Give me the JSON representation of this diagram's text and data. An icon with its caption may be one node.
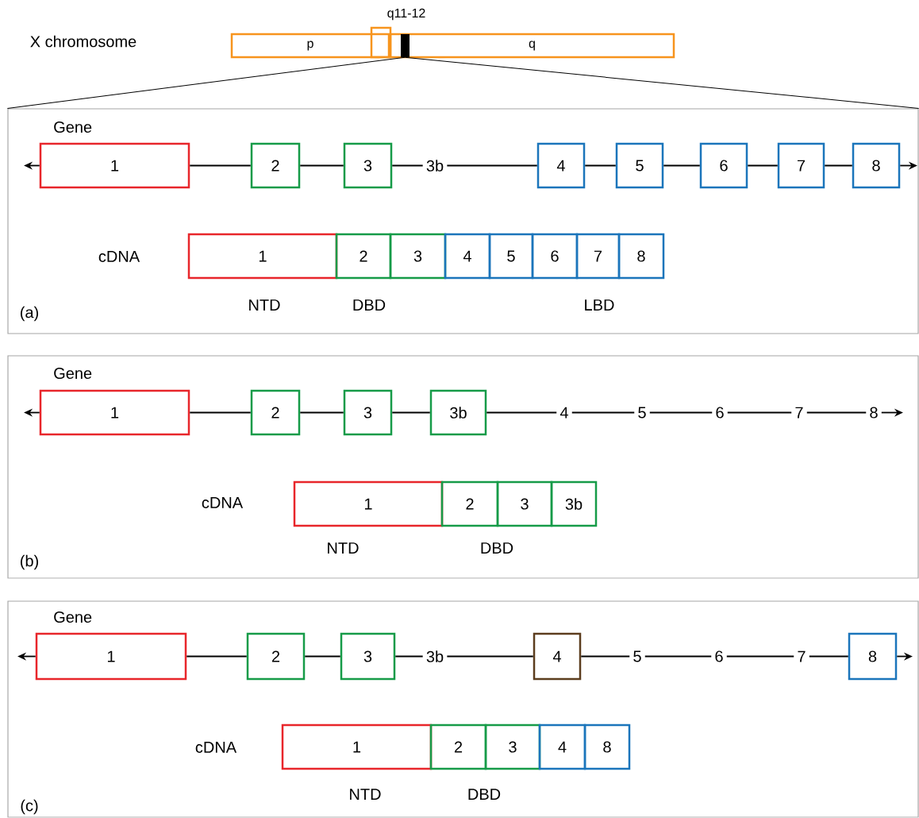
{
  "diagram": {
    "nodes": [
      {
        "text": [
          "p"
        ]
      },
      {
        "text": [
          "q11-12"
        ]
      },
      {
        "text": [
          "q"
        ]
      },
      {
        "text": [],
        "shape": "bar",
        "in": 2
      },
      {
        "text": [
          "Gene",
          "cDNA",
          "(a)"
        ]
      },
      {
        "text": [
          "1"
        ],
        "in": 4
      },
      {
        "text": [
          "2"
        ],
        "in": 4
      },
      {
        "text": [
          "3"
        ],
        "in": 4
      },
      {
        "text": [
          "3b"
        ],
        "in": 4
      },
      {
        "text": [
          "4"
        ],
        "in": 4
      },
      {
        "text": [
          "5"
        ],
        "in": 4
      },
      {
        "text": [
          "6"
        ],
        "in": 4
      },
      {
        "text": [
          "7"
        ],
        "in": 4
      },
      {
        "text": [
          "8"
        ],
        "in": 4
      },
      {
        "text": [
          "1"
        ],
        "in": 4
      },
      {
        "text": [
          "2"
        ],
        "in": 4
      },
      {
        "text": [
          "3"
        ],
        "in": 4
      },
      {
        "text": [
          "4"
        ],
        "in": 4
      },
      {
        "text": [
          "5"
        ],
        "in": 4
      },
      {
        "text": [
          "6"
        ],
        "in": 4
      },
      {
        "text": [
          "7"
        ],
        "in": 4
      },
      {
        "text": [
          "8"
        ],
        "in": 4
      },
      {
        "text": [
          "Gene",
          "cDNA",
          "(b)"
        ]
      },
      {
        "text": [
          "1"
        ],
        "in": 22
      },
      {
        "text": [
          "2"
        ],
        "in": 22
      },
      {
        "text": [
          "3"
        ],
        "in": 22
      },
      {
        "text": [
          "3b"
        ],
        "in": 22
      },
      {
        "text": [
          "4"
        ],
        "in": 22
      },
      {
        "text": [
          "5"
        ],
        "in": 22
      },
      {
        "text": [
          "6"
        ],
        "in": 22
      },
      {
        "text": [
          "7"
        ],
        "in": 22
      },
      {
        "text": [
          "8"
        ],
        "in": 22
      },
      {
        "text": [
          "1"
        ],
        "in": 22
      },
      {
        "text": [
          "2"
        ],
        "in": 22
      },
      {
        "text": [
          "3"
        ],
        "in": 22
      },
      {
        "text": [
          "3b"
        ],
        "in": 22
      },
      {
        "text": [
          "Gene",
          "cDNA",
          "(c)"
        ]
      },
      {
        "text": [
          "1"
        ],
        "in": 36
      },
      {
        "text": [
          "2"
        ],
        "in": 36
      },
      {
        "text": [
          "3"
        ],
        "in": 36
      },
      {
        "text": [
          "3b"
        ],
        "in": 36
      },
      {
        "text": [
          "4"
        ],
        "in": 36
      },
      {
        "text": [
          "5"
        ],
        "in": 36
      },
      {
        "text": [
          "6"
        ],
        "in": 36
      },
      {
        "text": [
          "7"
        ],
        "in": 36
      },
      {
        "text": [
          "8"
        ],
        "in": 36
      },
      {
        "text": [
          "1"
        ],
        "in": 36
      },
      {
        "text": [
          "2"
        ],
        "in": 36
      },
      {
        "text": [
          "3"
        ],
        "in": 36
      },
      {
        "text": [
          "4"
        ],
        "in": 36
      },
      {
        "text": [
          "8"
        ],
        "in": 36
      }
    ],
    "edges": [
      {
        "from": 3,
        "to": 4,
        "arrow": "none"
      },
      {
        "from": 3,
        "to": 4,
        "arrow": "none"
      },
      {
        "from": 5,
        "to": null,
        "arrow": "to"
      },
      {
        "from": 5,
        "to": 6,
        "arrow": "none"
      },
      {
        "from": 6,
        "to": 7,
        "arrow": "none"
      },
      {
        "from": 7,
        "to": 8,
        "arrow": "none"
      },
      {
        "from": 8,
        "to": 9,
        "arrow": "none"
      },
      {
        "from": 9,
        "to": 10,
        "arrow": "none"
      },
      {
        "from": 10,
        "to": 11,
        "arrow": "none"
      },
      {
        "from": 11,
        "to": 12,
        "arrow": "none"
      },
      {
        "from": 12,
        "to": 13,
        "arrow": "none"
      },
      {
        "from": 13,
        "to": null,
        "arrow": "to"
      },
      {
        "from": 23,
        "to": null,
        "arrow": "to"
      },
      {
        "from": 23,
        "to": 24,
        "arrow": "none"
      },
      {
        "from": 24,
        "to": 25,
        "arrow": "none"
      },
      {
        "from": 25,
        "to": 26,
        "arrow": "none"
      },
      {
        "from": 26,
        "to": 27,
        "arrow": "none"
      },
      {
        "from": 27,
        "to": 28,
        "arrow": "none"
      },
      {
        "from": 28,
        "to": 29,
        "arrow": "none"
      },
      {
        "from": 29,
        "to": 30,
        "arrow": "none"
      },
      {
        "from": 30,
        "to": 31,
        "arrow": "none"
      },
      {
        "from": 31,
        "to": null,
        "arrow": "to"
      },
      {
        "from": 37,
        "to": null,
        "arrow": "to"
      },
      {
        "from": 37,
        "to": 38,
        "arrow": "none"
      },
      {
        "from": 38,
        "to": 39,
        "arrow": "none"
      },
      {
        "from": 39,
        "to": 40,
        "arrow": "none"
      },
      {
        "from": 40,
        "to": 41,
        "arrow": "none"
      },
      {
        "from": 41,
        "to": 42,
        "arrow": "none"
      },
      {
        "from": 42,
        "to": 43,
        "arrow": "none"
      },
      {
        "from": 43,
        "to": 44,
        "arrow": "none"
      },
      {
        "from": 44,
        "to": 45,
        "arrow": "none"
      },
      {
        "from": 45,
        "to": null,
        "arrow": "to"
      }
    ],
    "labels": [
      "X chromosome",
      "NTD",
      "DBD",
      "LBD",
      "NTD",
      "DBD",
      "NTD",
      "DBD"
    ]
  }
}
